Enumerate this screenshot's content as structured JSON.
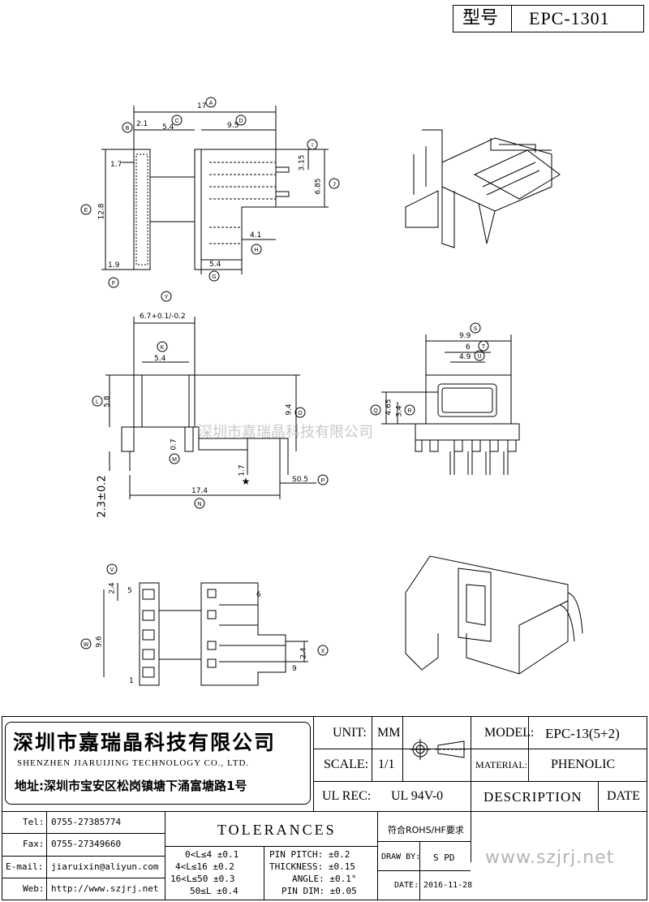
{
  "header": {
    "model_label": "型号",
    "model_value": "EPC-1301"
  },
  "drawing": {
    "watermark": "深圳市嘉瑞晶科技有限公司",
    "dims_top": {
      "overall": "17",
      "d21": "2.1",
      "d54a": "5.4",
      "d95": "9.5",
      "d17": "1.7",
      "d128": "12.8",
      "d315": "3.15",
      "d685": "6.85",
      "d41": "4.1",
      "d19": "1.9",
      "d54b": "5.4"
    },
    "dims_side": {
      "d67": "6.7+0.1/-0.2",
      "d54": "5.4",
      "d58": "5.8",
      "d94": "9.4",
      "d07": "0.7",
      "d17": "1.7",
      "d174": "17.4",
      "d23": "2.3±0.2",
      "sq": "S0.5"
    },
    "dims_front": {
      "d99": "9.9",
      "d6": "6",
      "d49": "4.9",
      "d465": "4.65",
      "d34": "3.4"
    },
    "dims_bottom": {
      "d24a": "2.4",
      "d96": "9.6",
      "d24b": "2.4",
      "p5": "5",
      "p1": "1",
      "p6": "6",
      "p9": "9"
    },
    "callouts": [
      "A",
      "B",
      "C",
      "D",
      "E",
      "F",
      "G",
      "H",
      "I",
      "J",
      "K",
      "L",
      "M",
      "N",
      "O",
      "P",
      "Q",
      "R",
      "S",
      "T",
      "U",
      "V",
      "W",
      "X",
      "Y"
    ]
  },
  "title_block": {
    "company_cn": "深圳市嘉瑞晶科技有限公司",
    "company_en": "SHENZHEN JIARUIJING TECHNOLOGY CO., LTD.",
    "address": "地址:深圳市宝安区松岗镇塘下涌富塘路1号",
    "unit_label": "UNIT:",
    "unit_value": "MM",
    "scale_label": "SCALE:",
    "scale_value": "1/1",
    "ulrec_label": "UL REC:",
    "ulrec_value": "UL 94V-0",
    "model_label": "MODEL:",
    "model_value": "EPC-13(5+2)",
    "material_label": "MATERIAL:",
    "material_value": "PHENOLIC",
    "description": "DESCRIPTION",
    "date_header": "DATE",
    "tel_label": "Tel:",
    "tel_value": "0755-27385774",
    "fax_label": "Fax:",
    "fax_value": "0755-27349660",
    "email_label": "E-mail:",
    "email_value": "jiaruixin@aliyun.com",
    "web_label": "Web:",
    "web_value": "http://www.szjrj.net",
    "tolerances": "TOLERANCES",
    "tol_rows": [
      "0<L≤4 ±0.1",
      "4<L≤16 ±0.2",
      "16<L≤50 ±0.3",
      "50≤L ±0.4"
    ],
    "pin_rows": [
      "PIN PITCH: ±0.2",
      "THICKNESS: ±0.15",
      "ANGLE: ±0.1°",
      "PIN DIM: ±0.05"
    ],
    "rohs": "符合ROHS/HF要求",
    "drawby_label": "DRAW BY:",
    "drawby_value": "S PD",
    "date_label": "DATE:",
    "date_value": "2016-11-28",
    "site_watermark": "www.szjrj.net"
  }
}
